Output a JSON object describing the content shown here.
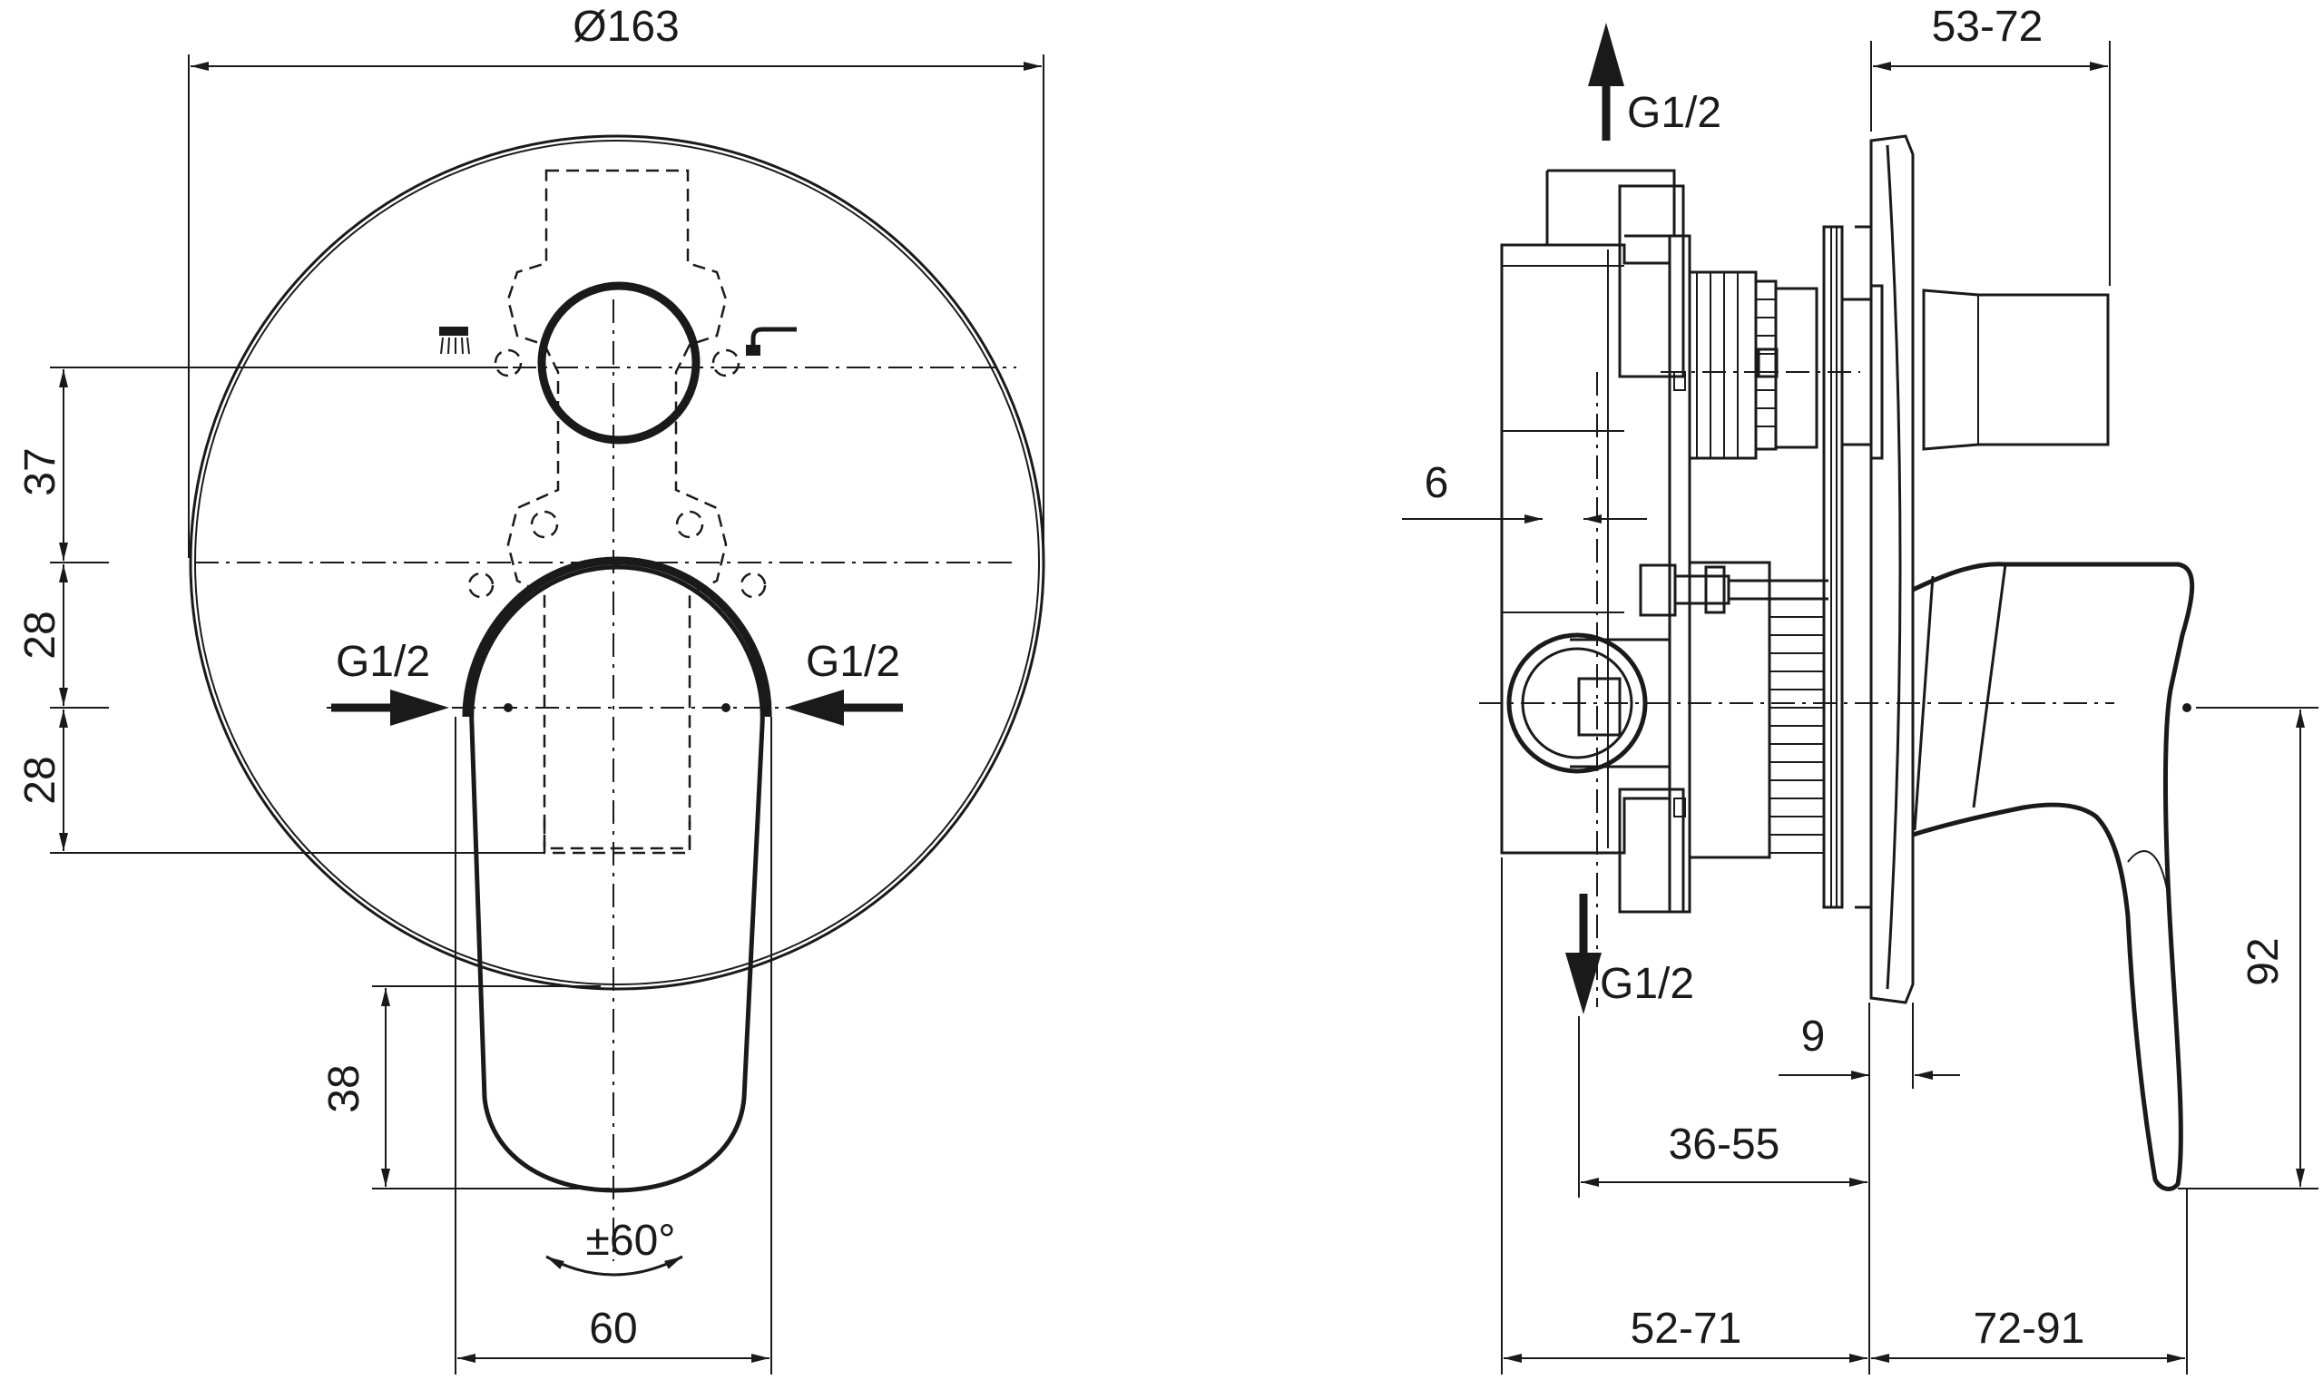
{
  "dimensions": {
    "diameter": "Ø163",
    "top_offset": "37",
    "center_gap": "28",
    "lower_offset": "28",
    "lever_length": "38",
    "rotation": "±60°",
    "lever_width": "60",
    "box_depth_top": "53-72",
    "wall_gap": "6",
    "plate_gap": "9",
    "install_depth": "36-55",
    "box_depth": "52-71",
    "lever_projection": "72-91",
    "lever_height": "92"
  },
  "connections": {
    "inlet_left": "G1/2",
    "inlet_right": "G1/2",
    "outlet_top": "G1/2",
    "outlet_bottom": "G1/2"
  }
}
